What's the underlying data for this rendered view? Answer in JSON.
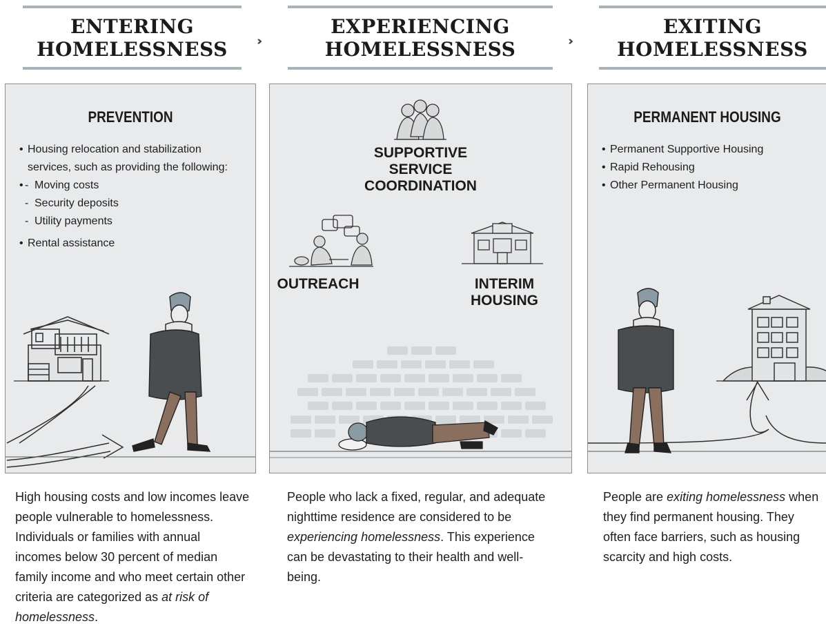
{
  "stages": [
    {
      "title_line1": "ENTERING",
      "title_line2": "HOMELESSNESS"
    },
    {
      "title_line1": "EXPERIENCING",
      "title_line2": "HOMELESSNESS"
    },
    {
      "title_line1": "EXITING",
      "title_line2": "HOMELESSNESS"
    }
  ],
  "arrows": {
    "glyph": "›››"
  },
  "prevention": {
    "heading": "PREVENTION",
    "bullet1": "Housing relocation and stabilization services, such as providing the following:",
    "sub_items": [
      "Moving costs",
      "Security deposits",
      "Utility payments"
    ],
    "bullet2": "Rental assistance"
  },
  "experiencing": {
    "coordination_line1": "SUPPORTIVE",
    "coordination_line2": "SERVICE",
    "coordination_line3": "COORDINATION",
    "outreach": "OUTREACH",
    "interim_line1": "INTERIM",
    "interim_line2": "HOUSING"
  },
  "permanent": {
    "heading": "PERMANENT HOUSING",
    "items": [
      "Permanent Supportive Housing",
      "Rapid Rehousing",
      "Other Permanent Housing"
    ]
  },
  "descriptions": {
    "entering": {
      "before": "High housing costs and low incomes leave people vulnerable to homelessness. Individuals or families with annual incomes below 30 percent of median family income and who meet certain other criteria are categorized as ",
      "emph": "at risk of homelessness",
      "after": "."
    },
    "experiencing": {
      "before": "People who lack a fixed, regular, and adequate nighttime residence are considered to be ",
      "emph": "experiencing homelessness",
      "after": ". This experience can be devastating to their health and well-being."
    },
    "exiting": {
      "before": "People are ",
      "emph": "exiting homelessness",
      "after": " when they find permanent housing. They often face barriers, such as housing scarcity and high costs."
    }
  },
  "colors": {
    "panel_bg": "#e9eaeb",
    "rule": "#a9b3ba",
    "jacket": "#4a4d4f",
    "pants": "#8a6f5e",
    "beanie": "#8b9ba3",
    "bricks": "#d3d7da"
  }
}
